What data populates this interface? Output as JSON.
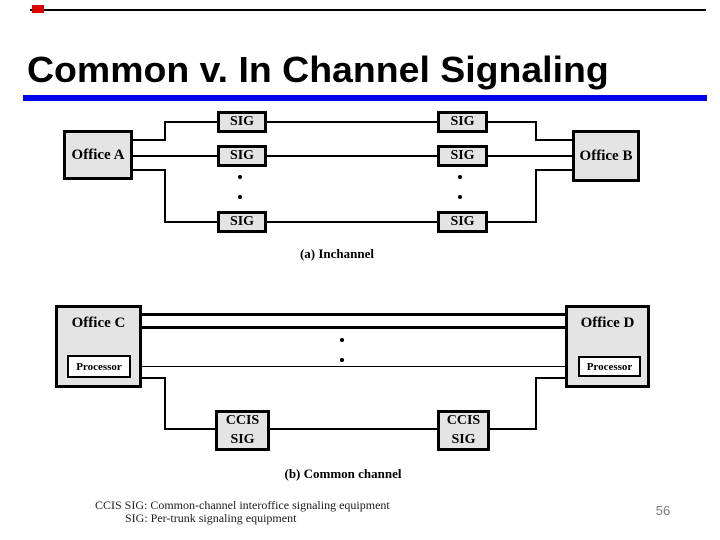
{
  "slide": {
    "page_number": "56"
  },
  "title": {
    "text": "Common v. In Channel Signaling"
  },
  "colors": {
    "accent_blue": "#0000ee",
    "accent_red": "#dd0000",
    "box_fill": "#e4e4e4"
  },
  "diagram_a": {
    "caption": "(a) Inchannel",
    "office_left": "Office A",
    "office_right": "Office B",
    "sig_label": "SIG"
  },
  "diagram_b": {
    "caption": "(b) Common channel",
    "office_left": "Office C",
    "office_right": "Office D",
    "processor_label": "Processor",
    "ccis_label_line1": "CCIS",
    "ccis_label_line2": "SIG"
  },
  "footnote": {
    "line1": "CCIS SIG: Common-channel interoffice signaling equipment",
    "line2": "SIG: Per-trunk signaling equipment"
  }
}
